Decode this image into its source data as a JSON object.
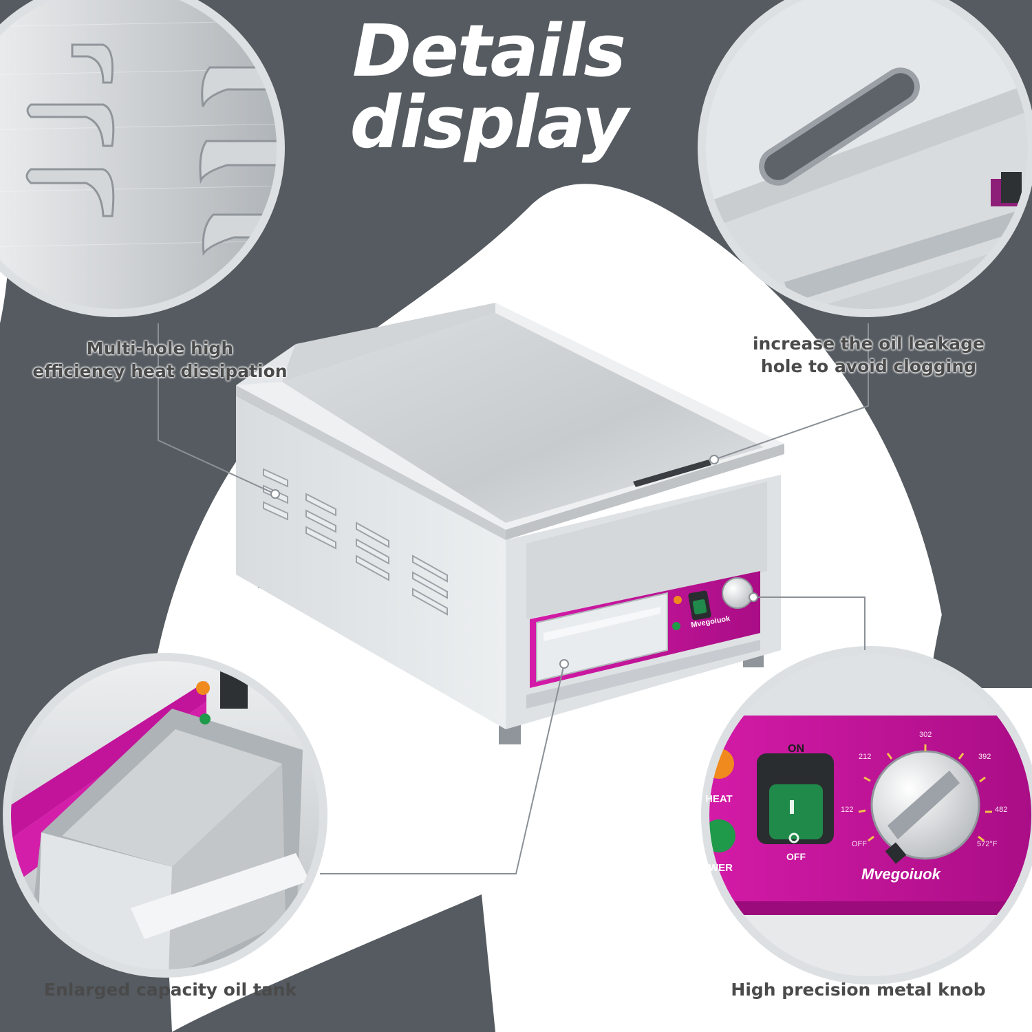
{
  "title": {
    "line1": "Details",
    "line2": "display"
  },
  "features": [
    {
      "text_line1": "Multi-hole high",
      "text_line2": "efficiency heat dissipation"
    },
    {
      "text_line1": "increase the oil leakage",
      "text_line2": "hole to avoid clogging"
    },
    {
      "text": "Enlarged capacity oil tank"
    },
    {
      "text": "High precision metal knob"
    }
  ],
  "control_panel": {
    "brand": "Mvegoiuok",
    "switch_on_label": "ON",
    "switch_off_label": "OFF",
    "heat_label": "HEAT",
    "power_label": "WER",
    "dial_ticks": [
      "OFF",
      "122",
      "212",
      "302",
      "392",
      "482",
      "572°F"
    ]
  },
  "colors": {
    "background_dark": "#555b60",
    "panel_accent": "#c2149a",
    "steel": "#cfd3d6"
  }
}
